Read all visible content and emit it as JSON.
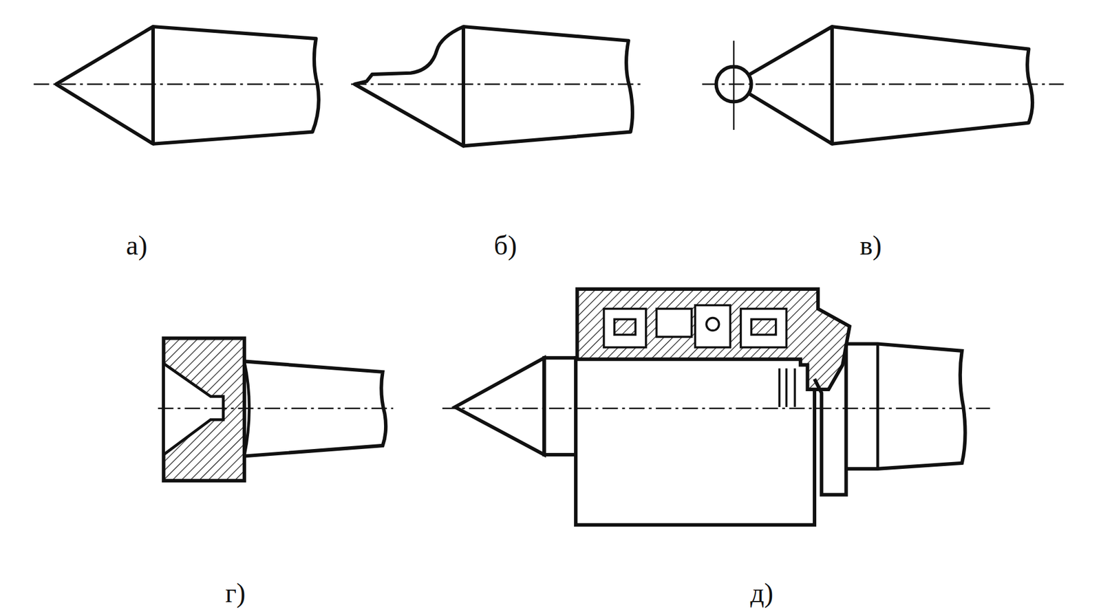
{
  "diagram": {
    "labels": [
      "а)",
      "б)",
      "в)",
      "г)",
      "д)"
    ]
  }
}
